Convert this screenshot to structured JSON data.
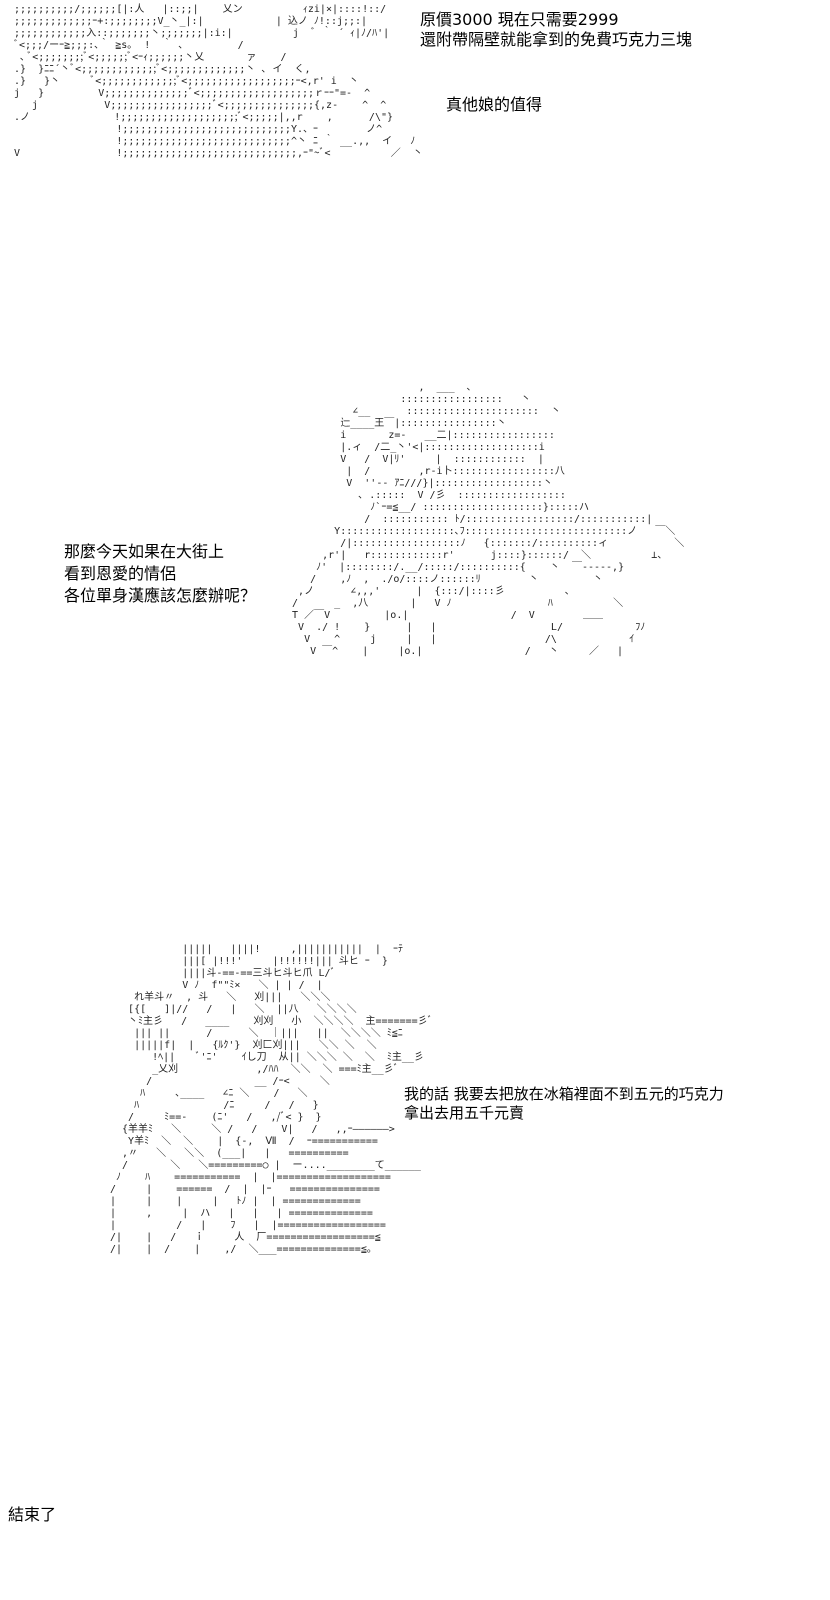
{
  "panels": [
    {
      "captions": [
        "原價3000 現在只需要2999",
        "還附帶隔壁就能拿到的免費巧克力三塊",
        "真他娘的值得"
      ],
      "art": ";;;;;;;;;;/;;;;;;[|:人   |::;;|    乂ン          ｨzi|×|::::!::/\n;;;;;;;;;;;;;ｰ+:;;;;;;;;V_丶_|:|            | 込ノ ﾉ!::j;;:|\n;;;;;;;;;;;;入::;;;;;;;丶;;;;;;;|:i:|          j  ﾞ ｀ ´ ｨ|ﾉ/ﾊ'|\nﾞ<;;;/ーｰ≧;;;:､｀ ≧s｡  !  ｀ ､         /\n ､ ﾞ<;;;;;;;;ﾞ<;;;;;;ﾞ<ｰｨ;;;;;;丶乂       ァ    /\n.}  }ﾆﾆ´丶ﾞ<;;;;;;;;;;;;;ﾞ<;;;;;;;;;;;;;丶 ､ イ  く,\n.}   }丶     ﾞ<;;;;;;;;;;;;;ﾞ<;;;;;;;;;;;;;;;;;;ｰ<,r' i  丶\nj   }         V;;;;;;;;;;;;;;ﾞ<;;;;;;;;;;;;;;;;;;;ｒｰｰ\"=-  ^\n   j           V;;;;;;;;;;;;;;;;;ﾞ<;;;;;;;;;;;;;;;{,z-    ^  ^\n.ノ              !;;;;;;;;;;;;;;;;;;;;ﾞ<;;;;;|,,r    ,      /\\\"}\n                 !;;;;;;;;;;;;;;;;;;;;;;;;;;;;Y.、ｰ        ノ^\n                 !;;;;;;;;;;;;;;;;;;;;;;;;;;;;^丶 ﾆ ｀ __.,,  イ   ﾉ\nV                !;;;;;;;;;;;;;;;;;;;;;;;;;;;;;,ｰ\"~ﾞ<          ／  丶"
    },
    {
      "captions": [
        "那麼今天如果在大街上",
        "看到恩愛的情侶",
        "各位單身漢應該怎麼辦呢？"
      ],
      "art": "                       ,  ___  ､\n                    :::::::::::::::::   丶\n            ∠__      ::::::::::::::::::::::  丶\n          辷____王￣|::::::::::::::::丶\n          i       z=-   __二|:::::::::::::::::\n          |.ィ  /二_丶'<|:::::::::::::::::::i\n          V   /  V|ﾘ'     |  ::::::::::::  |\n           |  /        ,r-i卜:::::::::::::::::八\n           V  ''-- ｱﾆ///}|::::::::::::::::::丶\n             ､ .:::::  V /彡  ::::::::::::::::::\n               ﾉ`ｰ=≦__/ ::::::::::::::::::::}:::::ハ\n              /  ::::::::::: ﾄ/::::::::::::::::::/:::::::::::|\n         Y:::::::::::::::::::､ﾌ:::::::::::::::::::::::::::ノ   ￣＼\n          /|::::::::::::::::::ﾉ   {:::::::/::::::::::ィ           ＼\n       ,r'|   r::::::::::::r'      j::::}::::::/  ＼          ⊥、\n      ﾉ'  |::::::::/.__/:::::/::::::::::{    丶  ￣-----,}\n     /    ,ﾉ  ,  ./o/::::ノ::::::ﾘ        丶         丶\n   ,ノ      ∠,,,'      |  {:::/|::::彡          ､\n  /      _  ,八       |   V ﾉ                ﾊ          ＼\n  T ／￣V         |o.|                 /  V        ＿＿\n   V  ./ !    }      |   |                   L/            ﾌﾉ\n    V    ^     j     |   |                  /\\            ｲ\n     V ￣^    |     |o.|                 /   丶     ／   |"
    },
    {
      "captions": [
        "我的話 我要去把放在冰箱裡面不到五元的巧克力",
        "拿出去用五千元賣"
      ],
      "art": "            |||||   ||||!     ,|||||||||||  |  ｰﾃ\n            |||[ |!!!'     |!!!!!!||| 斗ヒ ｰ  }\n            ||||斗-==-==三斗ヒ斗ヒ爪 L/ﾞ\n            V ﾉ  f\"\"ﾐ×   ＼ | | /  |\n    れ羊斗〃  , 斗   ＼   刈|||   ＼＼＼\n   [{[   ]|//   /   |   ＼  ||八   ＼＼＼＼\n   丶ﾐ主彡   /   ____    刈刈   小  ＼＼＼＼  主=======彡ﾞ\n    ||| ||      /      ＼  ｜|||   ||  ＼＼＼＼ ﾐ≦ﾆ\n    |||||f|  |   {ﾙｸ'}  刈匚刈|||   ＼＼ ＼  ＼\n       !ﾍ||    ﾞ'ﾆ'    ｲし刀  从|| ＼＼＼ ＼  ＼  ﾐ主__彡\n       _乂刈             ,/ﾊﾊ  ＼＼  ＼ ===ﾐ主__彡ﾞ\n      /                 __ /ｰ<     ＼\n     ﾊ     ､____   ∠ﾆ ＼    /   ＼\n    ﾊ              /ﾆ     /   /   }\n   /     ﾐ==-    (ﾆ'   /   ,/ﾞ< }  }\n  {羊羊ﾐ   ＼     ＼ /   /    V|   /   ,,ｰ――――――>\n   Y羊ﾐ  ＼  ＼    |  {-,  Ⅶ  /  ｰ===========\n  ,〃   ＼   ＼＼  (___|   |   ==========\n  /       ＼   ＼=========○ |  ー....________て______\n ﾉ    ﾊ    ===========  |  |===================\n/     |    ======  /  |  |ｰ   ===============\n|     |    |     |   ﾄﾉ |  | =============\n|     ,     |  ハ   |   |   | ==============\n|          /   |    ﾌ   |  |==================\n/|    |   /   ｉ     人  厂==================≦\n/|    |  /    |    ,/  ＼___==============≦｡"
    }
  ],
  "ending": "結束了"
}
